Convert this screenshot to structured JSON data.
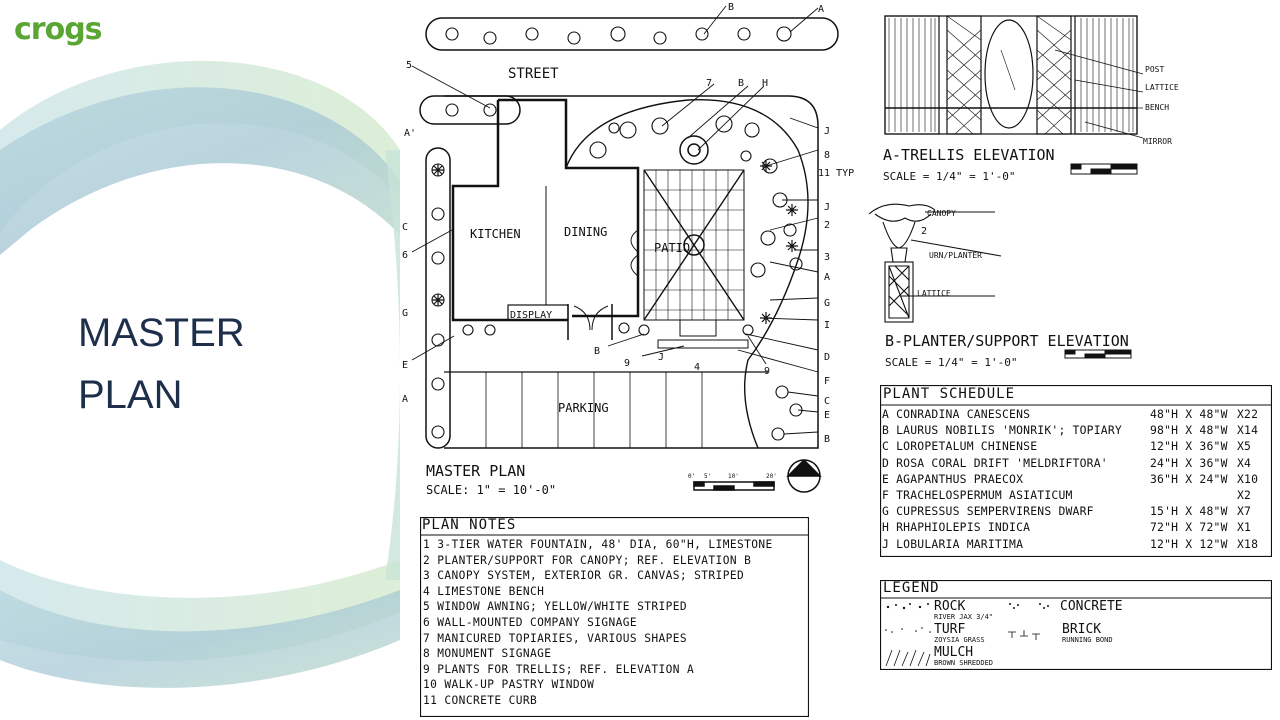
{
  "brand": {
    "logo_text": "crogs",
    "logo_color": "#5aa533"
  },
  "slide": {
    "title_line1": "MASTER",
    "title_line2": "PLAN",
    "title_color": "#1d2f4a"
  },
  "site_plan": {
    "street_label": "STREET",
    "kitchen_label": "KITCHEN",
    "dining_label": "DINING",
    "patio_label": "PATIO",
    "display_label": "DISPLAY",
    "parking_label": "PARKING",
    "title": "MASTER PLAN",
    "scale": "SCALE: 1\" = 10'-0\"",
    "callouts": [
      "B",
      "A",
      "5",
      "7",
      "B",
      "H",
      "A'",
      "J",
      "8",
      "11 TYP",
      "C",
      "6",
      "G",
      "E",
      "A",
      "J",
      "2",
      "3",
      "A",
      "G",
      "I",
      "D",
      "F",
      "B",
      "9",
      "J",
      "9",
      "C",
      "E",
      "B",
      "4"
    ],
    "scale_ticks": [
      "0'",
      "5'",
      "10'",
      "20'"
    ]
  },
  "trellis": {
    "title": "A-TRELLIS ELEVATION",
    "scale": "SCALE = 1/4\" = 1'-0\"",
    "labels": [
      "POST",
      "LATTICE",
      "BENCH",
      "MIRROR"
    ],
    "scale_ticks": [
      "0 6\" 1'",
      "2'",
      "4'"
    ]
  },
  "planter": {
    "title": "B-PLANTER/SUPPORT ELEVATION",
    "scale": "SCALE = 1/4\" = 1'-0\"",
    "labels": [
      "CANOPY",
      "2",
      "URN/PLANTER",
      "LATTICE"
    ],
    "scale_ticks": [
      "0 6\" 1'",
      "2'",
      "4'"
    ]
  },
  "plan_notes": {
    "heading": "PLAN NOTES",
    "items": [
      "1 3-TIER WATER FOUNTAIN, 48' DIA, 60\"H, LIMESTONE",
      "2 PLANTER/SUPPORT FOR CANOPY; REF. ELEVATION B",
      "3 CANOPY SYSTEM, EXTERIOR GR. CANVAS; STRIPED",
      "4 LIMESTONE BENCH",
      "5 WINDOW AWNING; YELLOW/WHITE STRIPED",
      "6 WALL-MOUNTED COMPANY SIGNAGE",
      "7 MANICURED TOPIARIES, VARIOUS SHAPES",
      "8 MONUMENT SIGNAGE",
      "9 PLANTS FOR TRELLIS; REF. ELEVATION A",
      "10 WALK-UP PASTRY WINDOW",
      "11 CONCRETE CURB"
    ]
  },
  "plant_schedule": {
    "heading": "PLANT SCHEDULE",
    "rows": [
      {
        "plant": "A CONRADINA CANESCENS",
        "size": "48\"H X 48\"W",
        "qty": "X22"
      },
      {
        "plant": "B LAURUS NOBILIS 'MONRIK'; TOPIARY",
        "size": "98\"H X 48\"W",
        "qty": "X14"
      },
      {
        "plant": "C LOROPETALUM CHINENSE",
        "size": "12\"H X 36\"W",
        "qty": "X5"
      },
      {
        "plant": "D ROSA CORAL DRIFT 'MELDRIFTORA'",
        "size": "24\"H X 36\"W",
        "qty": "X4"
      },
      {
        "plant": "E AGAPANTHUS PRAECOX",
        "size": "36\"H X 24\"W",
        "qty": "X10"
      },
      {
        "plant": "F TRACHELOSPERMUM ASIATICUM",
        "size": "",
        "qty": "X2"
      },
      {
        "plant": "G CUPRESSUS SEMPERVIRENS DWARF",
        "size": "15'H X 48\"W",
        "qty": "X7"
      },
      {
        "plant": "H RHAPHIOLEPIS INDICA",
        "size": "72\"H X 72\"W",
        "qty": "X1"
      },
      {
        "plant": "J LOBULARIA MARITIMA",
        "size": "12\"H X 12\"W",
        "qty": "X18"
      }
    ]
  },
  "legend": {
    "heading": "LEGEND",
    "rock": "ROCK",
    "rock_sub": "RIVER JAX 3/4\"",
    "turf": "TURF",
    "turf_sub": "ZOYSIA GRASS",
    "mulch": "MULCH",
    "mulch_sub": "BROWN SHREDDED",
    "concrete": "CONCRETE",
    "brick": "BRICK",
    "brick_sub": "RUNNING BOND"
  }
}
